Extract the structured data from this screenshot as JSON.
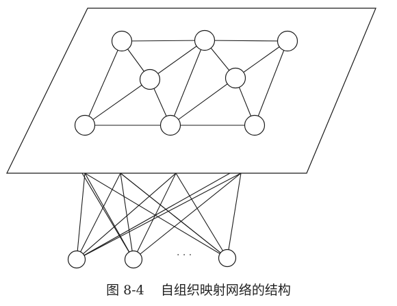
{
  "diagram": {
    "type": "self-organizing-map-structure",
    "output_layer": {
      "neurons": [
        "o1",
        "o2",
        "o3",
        "o4",
        "o5",
        "o6",
        "o7",
        "o8"
      ],
      "neighbor_links": [
        [
          "o1",
          "o2"
        ],
        [
          "o2",
          "o3"
        ],
        [
          "o1",
          "o4"
        ],
        [
          "o2",
          "o4"
        ],
        [
          "o2",
          "o5"
        ],
        [
          "o3",
          "o5"
        ],
        [
          "o1",
          "o6"
        ],
        [
          "o4",
          "o6"
        ],
        [
          "o4",
          "o7"
        ],
        [
          "o2",
          "o7"
        ],
        [
          "o5",
          "o7"
        ],
        [
          "o5",
          "o8"
        ],
        [
          "o3",
          "o8"
        ],
        [
          "o6",
          "o7"
        ],
        [
          "o7",
          "o8"
        ]
      ]
    },
    "input_layer": {
      "neurons": [
        "i1",
        "i2",
        "i3"
      ],
      "ellipsis": "· · ·"
    },
    "connection_type": "fully-connected",
    "colors": {
      "line": "#1a1a1a",
      "node_fill": "#ffffff",
      "plane_fill": "#ffffff"
    }
  },
  "caption": {
    "figure_number": "图 8-4",
    "title": "自组织映射网络的结构"
  }
}
